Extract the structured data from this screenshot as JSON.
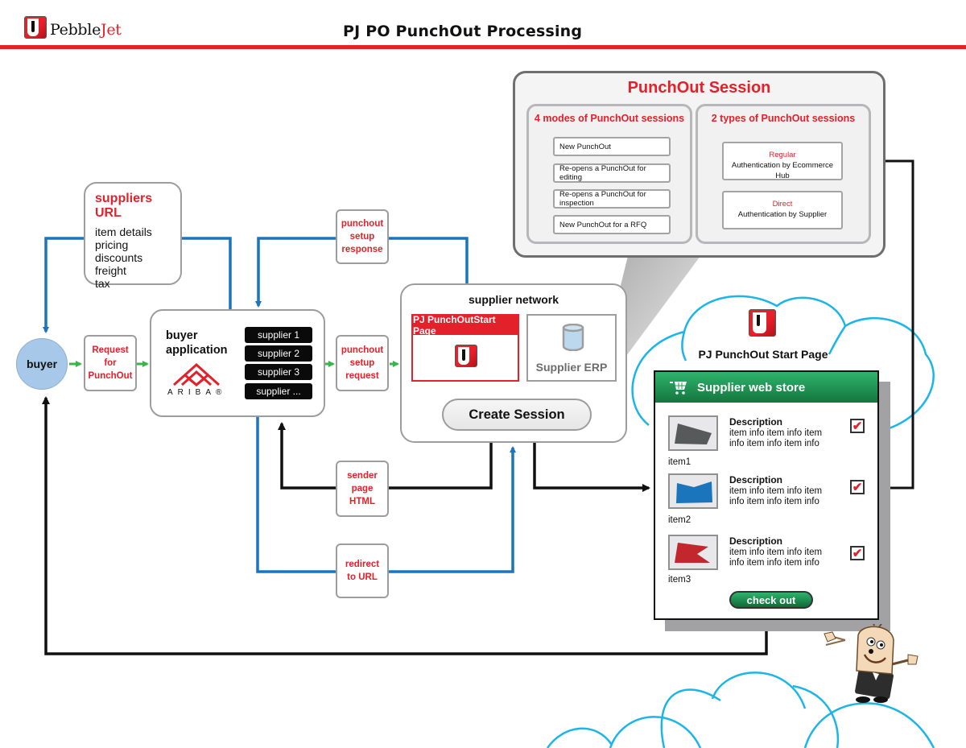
{
  "header": {
    "brand_prefix": "Pebble",
    "brand_accent": "Jet",
    "title": "PJ PO PunchOut Processing"
  },
  "colors": {
    "brand_red": "#e3212b",
    "flow_blue": "#1b75bc",
    "flow_green": "#39b54a",
    "flow_black": "#111111",
    "store_green": "#1f9a52",
    "cloud_cyan": "#1cb5e8",
    "buyer_fill": "#a7c8e8"
  },
  "buyer": {
    "label": "buyer"
  },
  "suppliers_url": {
    "title": "suppliers URL",
    "lines": [
      "item details",
      "pricing",
      "discounts",
      "freight",
      "tax"
    ]
  },
  "request_box": {
    "line1": "Request for",
    "line2": "PunchOut"
  },
  "buyer_app": {
    "title_line1": "buyer",
    "title_line2": "application",
    "logo_word": "ARIBA®",
    "suppliers": [
      "supplier 1",
      "supplier 2",
      "supplier 3",
      "supplier ..."
    ]
  },
  "flow_labels": {
    "setup_response": [
      "punchout",
      "setup",
      "response"
    ],
    "setup_request": [
      "punchout",
      "setup",
      "request"
    ],
    "sender_page": [
      "sender",
      "page",
      "HTML"
    ],
    "redirect": [
      "redirect",
      "to URL"
    ]
  },
  "supplier_network": {
    "title": "supplier network",
    "pj_start_page": "PJ PunchOutStart Page",
    "erp": "Supplier ERP",
    "create_session": "Create Session"
  },
  "punchout_session": {
    "title": "PunchOut Session",
    "modes_title": "4 modes of PunchOut sessions",
    "modes": [
      "New PunchOut",
      "Re-opens a PunchOut for editing",
      "Re-opens a PunchOut for inspection",
      "New PunchOut for a RFQ"
    ],
    "types_title": "2 types  of PunchOut sessions",
    "types": [
      {
        "name": "Regular",
        "desc": "Authentication by Ecommerce Hub"
      },
      {
        "name": "Direct",
        "desc": "Authentication by Supplier"
      }
    ]
  },
  "store": {
    "cloud_title": "PJ PunchOut Start Page",
    "header": "Supplier web store",
    "items": [
      {
        "name": "item1",
        "desc_title": "Description",
        "desc_line1": "item info item info item",
        "desc_line2": "info item info item info",
        "checked": true,
        "color": "#58595b"
      },
      {
        "name": "item2",
        "desc_title": "Description",
        "desc_line1": "item info item info item",
        "desc_line2": "info item info item info",
        "checked": true,
        "color": "#1b75bc"
      },
      {
        "name": "item3",
        "desc_title": "Description",
        "desc_line1": "item info item info item",
        "desc_line2": "info item info item info",
        "checked": true,
        "color": "#c1272d"
      }
    ],
    "checkout_label": "check out",
    "check_glyph": "✔"
  }
}
